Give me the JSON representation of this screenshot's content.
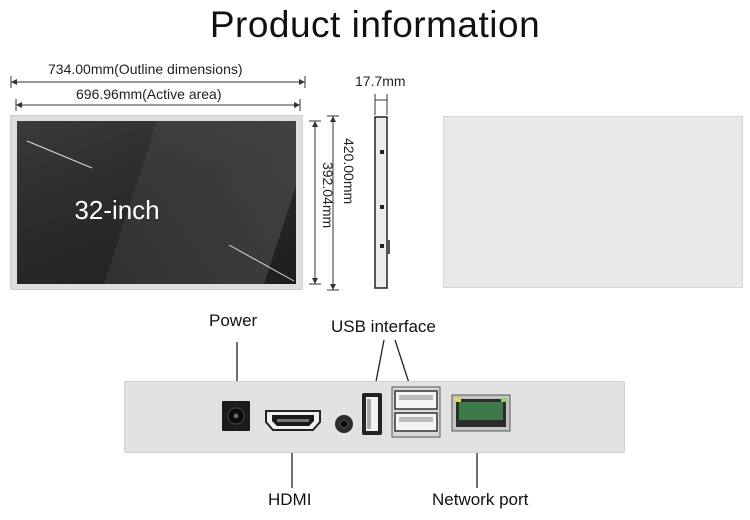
{
  "title": "Product information",
  "dimensions": {
    "outline_width": "734.00mm(Outline dimensions)",
    "active_width": "696.96mm(Active area)",
    "outline_height": "420.00mm",
    "active_height": "392.04mm",
    "thickness": "17.7mm"
  },
  "screen_label": "32-inch",
  "ports": {
    "power": "Power",
    "usb": "USB interface",
    "hdmi": "HDMI",
    "network": "Network port"
  },
  "colors": {
    "bezel": "#dedede",
    "screen": "#2a2a2a",
    "rear_panel": "#e9e9e9",
    "port_panel": "#e2e2e2",
    "rj45_green": "#3c7a4a"
  }
}
